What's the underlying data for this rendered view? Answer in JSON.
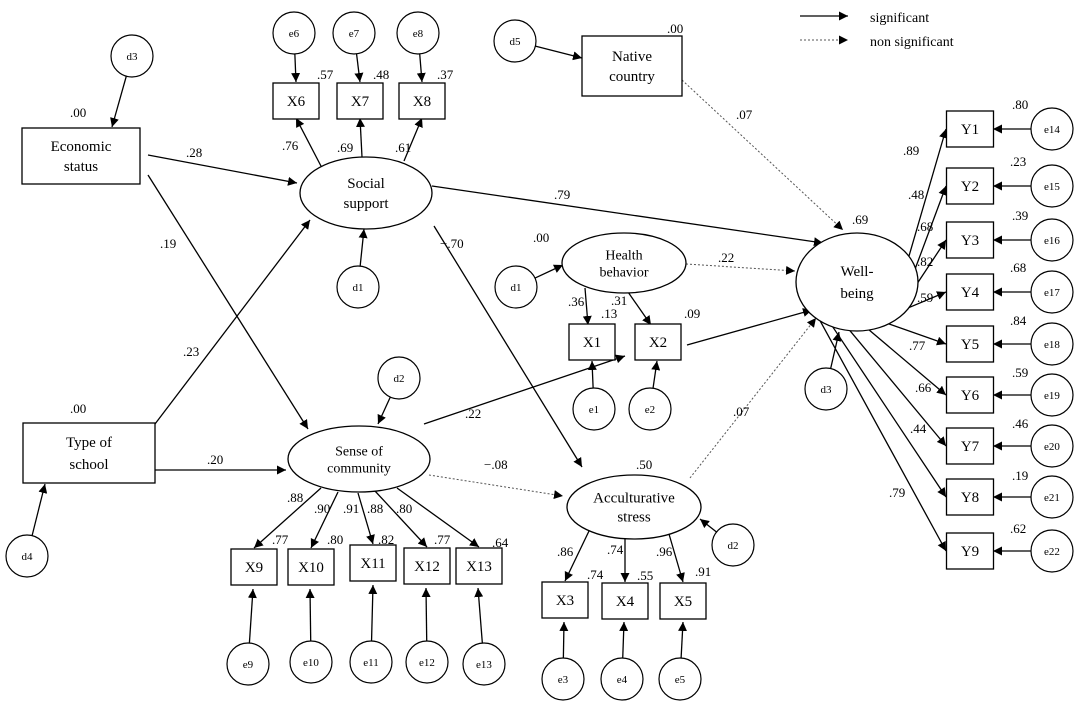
{
  "legend": {
    "significant": "significant",
    "non_significant": "non significant"
  },
  "nodes": {
    "economic_status": {
      "label": [
        "Economic",
        "status"
      ],
      "r2": ".00"
    },
    "type_of_school": {
      "label": [
        "Type of",
        "school"
      ],
      "r2": ".00"
    },
    "native_country": {
      "label": [
        "Native",
        "country"
      ],
      "r2": ".00"
    },
    "social_support": {
      "label": [
        "Social",
        "support"
      ]
    },
    "health_behavior": {
      "label": [
        "Health",
        "behavior"
      ],
      "r2": ".00"
    },
    "sense_of_community": {
      "label": [
        "Sense of",
        "community"
      ]
    },
    "acculturative_stress": {
      "label": [
        "Acculturative",
        "stress"
      ],
      "r2": ".50"
    },
    "well_being": {
      "label": [
        "Well-",
        "being"
      ],
      "r2": ".69"
    }
  },
  "indicators": {
    "X6": ".57",
    "X7": ".48",
    "X8": ".37",
    "X1": ".13",
    "X2": ".09",
    "X9": ".77",
    "X10": ".80",
    "X11": ".82",
    "X12": ".77",
    "X13": ".64",
    "X3": ".74",
    "X4": ".55",
    "X5": ".91",
    "Y1": ".80",
    "Y2": ".23",
    "Y3": ".39",
    "Y4": ".68",
    "Y5": ".84",
    "Y6": ".59",
    "Y7": ".46",
    "Y8": ".19",
    "Y9": ".62"
  },
  "errors": [
    "d3",
    "d5",
    "d4",
    "d1",
    "d2",
    "e1",
    "e2",
    "e3",
    "e4",
    "e5",
    "e6",
    "e7",
    "e8",
    "e9",
    "e10",
    "e11",
    "e12",
    "e13",
    "e14",
    "e15",
    "e16",
    "e17",
    "e18",
    "e19",
    "e20",
    "e21",
    "e22"
  ],
  "path_coefficients": {
    "economic_to_social": ".28",
    "economic_to_community": ".19",
    "school_to_social": ".23",
    "school_to_community": ".20",
    "native_to_wellbeing": ".07",
    "social_to_wellbeing": ".79",
    "social_to_stress": "−.70",
    "health_to_wellbeing": ".22",
    "community_to_wellbeing": ".22",
    "community_to_stress": "−.08",
    "stress_to_wellbeing": ".07"
  },
  "loadings": {
    "social": [
      ".76",
      ".69",
      ".61"
    ],
    "health": [
      ".36",
      ".31"
    ],
    "community": [
      ".88",
      ".90",
      ".91",
      ".88",
      ".80"
    ],
    "stress": [
      ".86",
      ".74",
      ".96"
    ],
    "wellbeing": [
      ".89",
      ".48",
      ".68",
      ".82",
      ".59",
      ".77",
      ".66",
      ".44",
      ".79"
    ]
  }
}
